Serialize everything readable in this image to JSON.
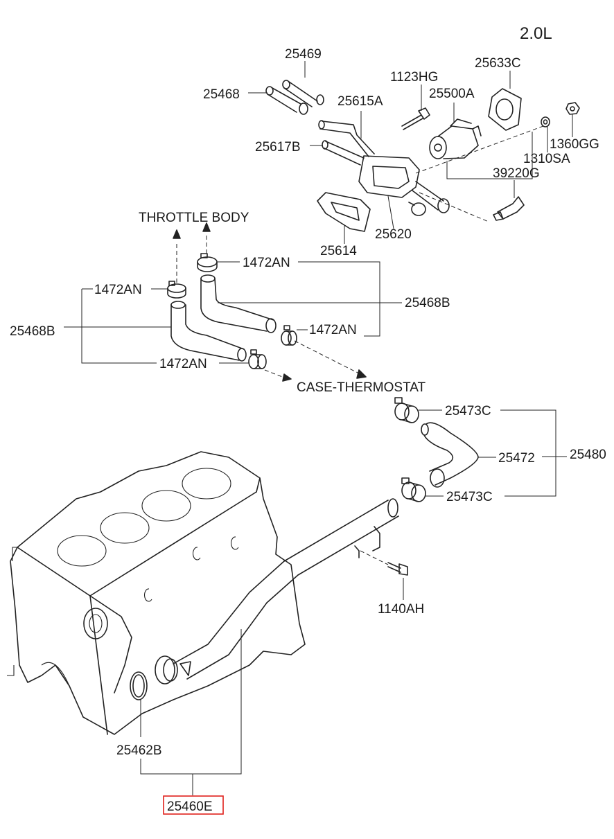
{
  "engine_label": "2.0L",
  "labels": {
    "p25469": "25469",
    "p25468": "25468",
    "p1123HG": "1123HG",
    "p25633C": "25633C",
    "p25615A": "25615A",
    "p25500A": "25500A",
    "p1360GG": "1360GG",
    "p25617B": "25617B",
    "p1310SA": "1310SA",
    "p39220G": "39220G",
    "throttle_body": "THROTTLE BODY",
    "p25614": "25614",
    "p25620": "25620",
    "p1472AN_top": "1472AN",
    "p1472AN_left": "1472AN",
    "p25468B_right": "25468B",
    "p1472AN_mid": "1472AN",
    "p25468B_left": "25468B",
    "p1472AN_bottom": "1472AN",
    "case_thermostat": "CASE-THERMOSTAT",
    "p25473C_top": "25473C",
    "p25472": "25472",
    "p25480": "25480",
    "p25473C_bottom": "25473C",
    "p1140AH": "1140AH",
    "p25462B": "25462B",
    "p25460E": "25460E"
  },
  "highlighted_part": "25460E",
  "colors": {
    "line": "#222222",
    "highlight": "#e0201b",
    "background": "#ffffff"
  }
}
